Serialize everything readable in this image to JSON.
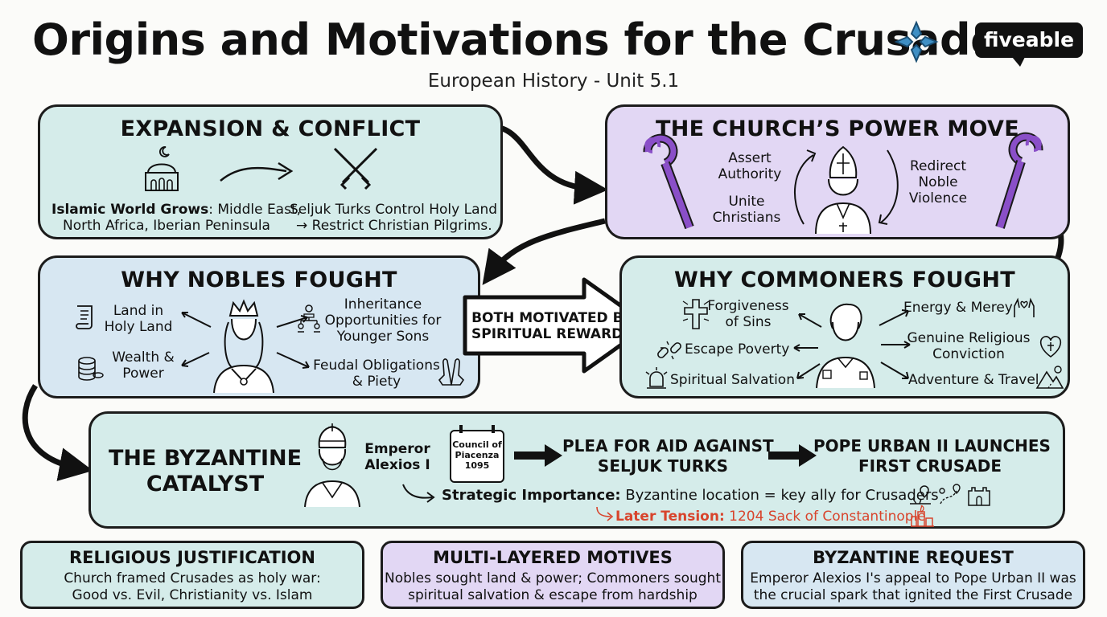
{
  "header": {
    "title": "Origins and Motivations for the Crusades",
    "subtitle": "European History - Unit 5.1",
    "logo": "fiveable"
  },
  "expansion": {
    "title": "EXPANSION & CONFLICT",
    "islamic_bold": "Islamic World Grows",
    "islamic_rest": ": Middle East,",
    "islamic_line2": "North Africa, Iberian Peninsula",
    "seljuk_line1": "Seljuk Turks Control Holy Land",
    "seljuk_line2": "→ Restrict Christian Pilgrims.",
    "icons": [
      "mosque-icon",
      "arrow-icon",
      "crossed-swords-icon"
    ]
  },
  "church": {
    "title": "THE CHURCH’S POWER MOVE",
    "assert_1": "Assert",
    "assert_2": "Authority",
    "unite_1": "Unite",
    "unite_2": "Christians",
    "redirect_1": "Redirect",
    "redirect_2": "Noble",
    "redirect_3": "Violence",
    "icons": [
      "crozier-icon",
      "pope-icon",
      "crozier-icon"
    ]
  },
  "nobles": {
    "title": "WHY NOBLES FOUGHT",
    "land_1": "Land in",
    "land_2": "Holy Land",
    "wealth_1": "Wealth &",
    "wealth_2": "Power",
    "inherit_1": "Inheritance",
    "inherit_2": "Opportunities for",
    "inherit_3": "Younger Sons",
    "feudal_1": "Feudal Obligations",
    "feudal_2": "& Piety",
    "icons": [
      "scroll-icon",
      "coins-icon",
      "crowned-noble-icon",
      "family-tree-icon",
      "praying-hands-icon"
    ]
  },
  "middle_arrow": {
    "line1": "BOTH MOTIVATED BY",
    "line2": "SPIRITUAL REWARDS"
  },
  "commoners": {
    "title": "WHY COMMONERS FOUGHT",
    "forgive_1": "Forgiveness",
    "forgive_2": "of Sins",
    "escape": "Escape Poverty",
    "salvation": "Spiritual Salvation",
    "energy": "Energy & Merey",
    "genuine_1": "Genuine Religious",
    "genuine_2": "Conviction",
    "adventure": "Adventure & Travel",
    "icons": [
      "cross-icon",
      "broken-chain-icon",
      "light-icon",
      "peasant-icon",
      "raised-hands-icon",
      "heart-cross-icon",
      "mountain-path-icon"
    ]
  },
  "byzantine": {
    "title_1": "THE BYZANTINE",
    "title_2": "CATALYST",
    "emperor_1": "Emperor",
    "emperor_2": "Alexios I",
    "council_1": "Council of",
    "council_2": "Piacenza",
    "council_3": "1095",
    "plea_1": "PLEA FOR AID AGAINST",
    "plea_2": "SELJUK TURKS",
    "pope_1": "POPE URBAN II LAUNCHES",
    "pope_2": "FIRST CRUSADE",
    "strategic_bold": "Strategic Importance:",
    "strategic_rest": " Byzantine location = key ally for Crusaders",
    "tension_bold": "Later Tension:",
    "tension_rest": " 1204 Sack of Constantinople",
    "icons": [
      "emperor-icon",
      "calendar-icon",
      "map-pin-icon",
      "route-icon",
      "castle-icon",
      "burning-city-icon"
    ]
  },
  "summary": [
    {
      "title": "RELIGIOUS JUSTIFICATION",
      "line1": "Church framed Crusades as holy war:",
      "line2": "Good vs. Evil, Christianity vs. Islam"
    },
    {
      "title": "MULTI-LAYERED MOTIVES",
      "line1": "Nobles sought land & power; Commoners sought",
      "line2": "spiritual salvation & escape from hardship"
    },
    {
      "title": "BYZANTINE REQUEST",
      "line1": "Emperor Alexios I's appeal to Pope Urban II was",
      "line2": "the crucial spark that ignited the First Crusade"
    }
  ],
  "colors": {
    "teal_panel": "#d5ecea",
    "purple_panel": "#e2d7f4",
    "blue_panel": "#d7e7f2",
    "accent_cross": "#3f8fc4",
    "accent_purple": "#8a4fc8",
    "tension_red": "#d8442c"
  }
}
